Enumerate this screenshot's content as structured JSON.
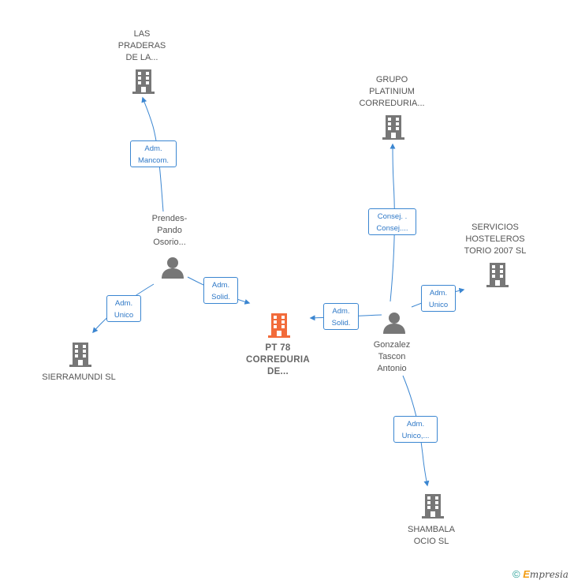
{
  "nodes": {
    "las_praderas": {
      "label": "LAS\nPRADERAS\nDE LA...",
      "type": "company"
    },
    "grupo_platinium": {
      "label": "GRUPO\nPLATINIUM\nCORREDURIA...",
      "type": "company"
    },
    "servicios_hosteleros": {
      "label": "SERVICIOS\nHOSTELEROS\nTORIO 2007 SL",
      "type": "company"
    },
    "sierramundi": {
      "label": "SIERRAMUNDI SL",
      "type": "company"
    },
    "pt78": {
      "label": "PT 78\nCORREDURIA\nDE...",
      "type": "company-main"
    },
    "shambala": {
      "label": "SHAMBALA\nOCIO SL",
      "type": "company"
    },
    "prendes": {
      "label": "Prendes-\nPando\nOsorio...",
      "type": "person"
    },
    "gonzalez": {
      "label": "Gonzalez\nTascon\nAntonio",
      "type": "person"
    }
  },
  "relations": {
    "prendes_las_praderas": "Adm.\nMancom.",
    "prendes_sierramundi": "Adm.\nUnico",
    "prendes_pt78": "Adm.\nSolid.",
    "gonzalez_pt78": "Adm.\nSolid.",
    "gonzalez_grupo": "Consej. .\nConsej....",
    "gonzalez_servicios": "Adm.\nUnico",
    "gonzalez_shambala": "Adm.\nUnico,..."
  },
  "icons": {
    "company": "building-icon",
    "person": "person-icon"
  },
  "colors": {
    "edge": "#3b86d1",
    "company": "#777777",
    "company_main": "#f26b3a",
    "person": "#777777"
  },
  "footer": {
    "copyright_symbol": "©",
    "brand_first": "E",
    "brand_rest": "mpresia"
  }
}
